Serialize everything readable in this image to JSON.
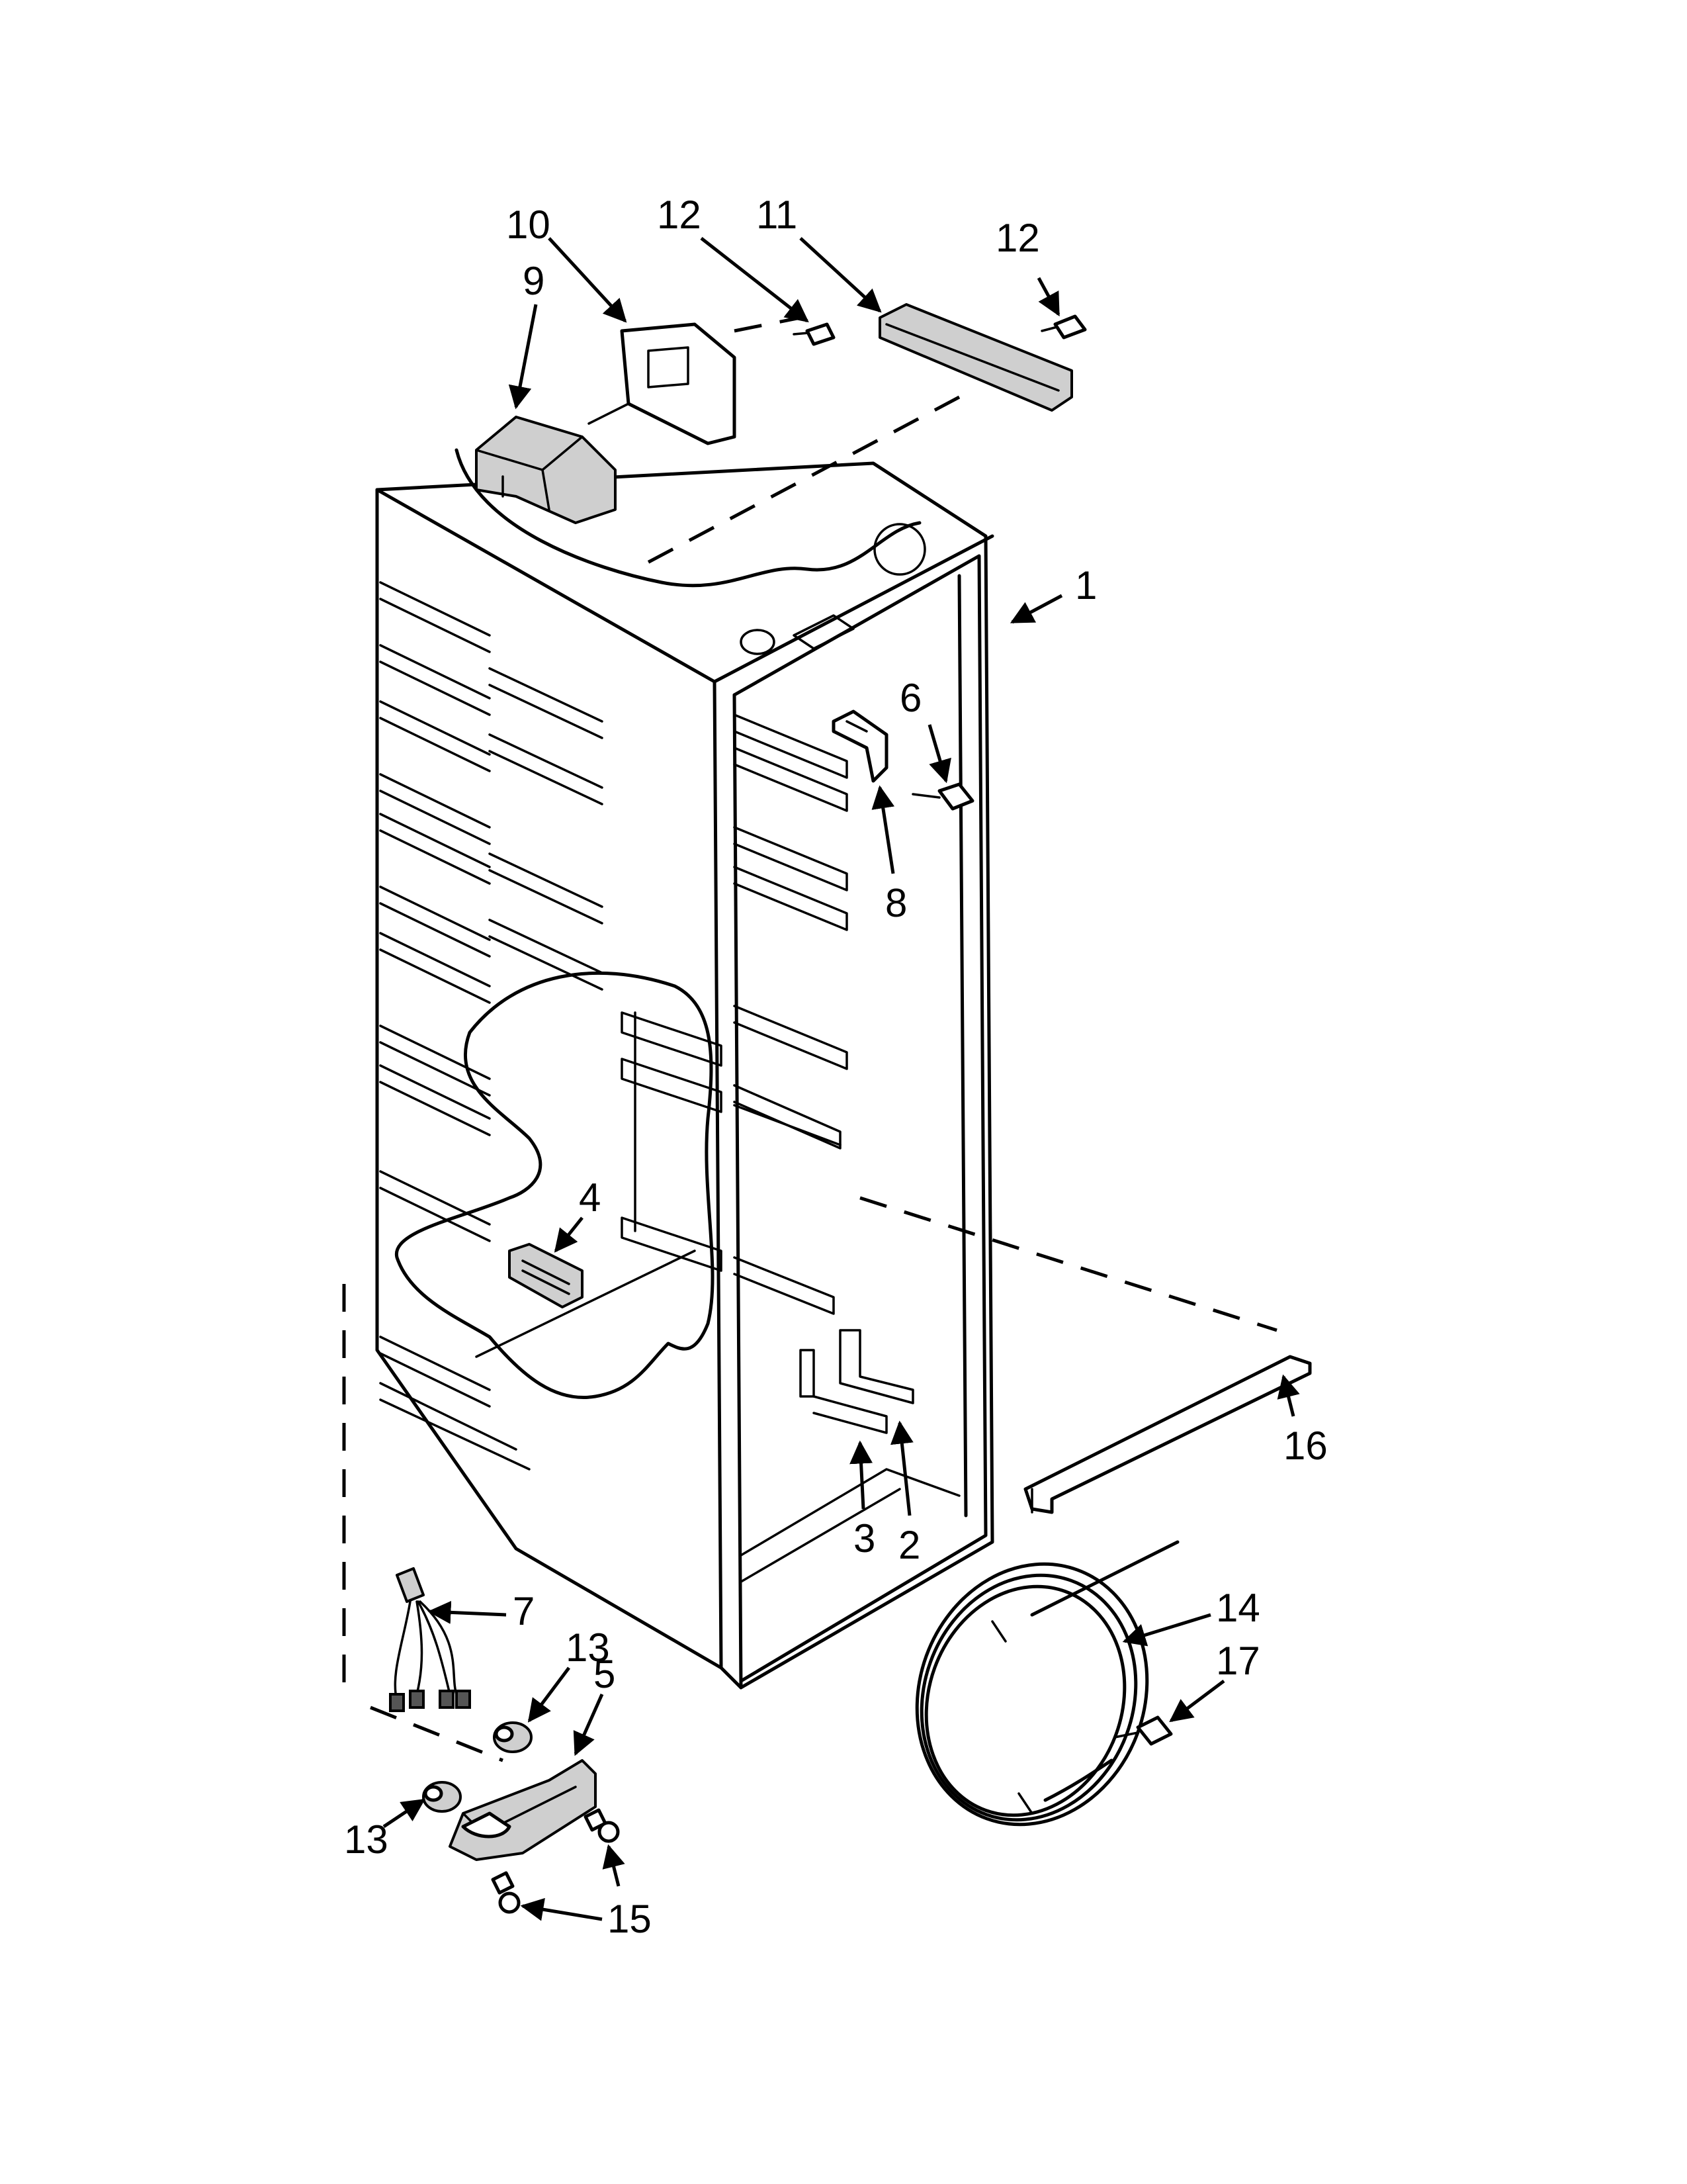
{
  "diagram": {
    "callouts": [
      {
        "id": "c1",
        "label": "1"
      },
      {
        "id": "c2",
        "label": "2"
      },
      {
        "id": "c3",
        "label": "3"
      },
      {
        "id": "c4",
        "label": "4"
      },
      {
        "id": "c5",
        "label": "5"
      },
      {
        "id": "c6",
        "label": "6"
      },
      {
        "id": "c7",
        "label": "7"
      },
      {
        "id": "c8",
        "label": "8"
      },
      {
        "id": "c9",
        "label": "9"
      },
      {
        "id": "c10",
        "label": "10"
      },
      {
        "id": "c11",
        "label": "11"
      },
      {
        "id": "c12a",
        "label": "12"
      },
      {
        "id": "c12b",
        "label": "12"
      },
      {
        "id": "c13a",
        "label": "13"
      },
      {
        "id": "c13b",
        "label": "13"
      },
      {
        "id": "c14",
        "label": "14"
      },
      {
        "id": "c15",
        "label": "15"
      },
      {
        "id": "c16",
        "label": "16"
      },
      {
        "id": "c17",
        "label": "17"
      }
    ]
  }
}
